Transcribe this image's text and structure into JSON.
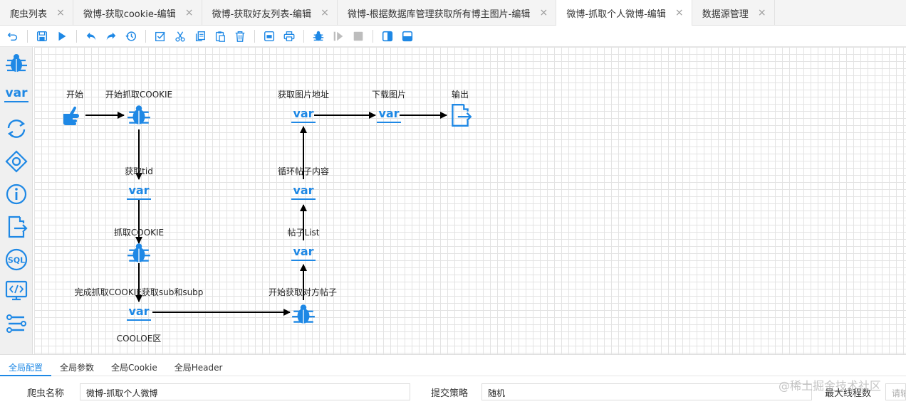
{
  "tabs": [
    {
      "label": "爬虫列表",
      "active": false
    },
    {
      "label": "微博-获取cookie-编辑",
      "active": false
    },
    {
      "label": "微博-获取好友列表-编辑",
      "active": false
    },
    {
      "label": "微博-根据数据库管理获取所有博主图片-编辑",
      "active": false
    },
    {
      "label": "微博-抓取个人微博-编辑",
      "active": true
    },
    {
      "label": "数据源管理",
      "active": false
    }
  ],
  "toolbar_icons": [
    "undo-icon",
    "save-icon",
    "run-icon",
    "undo-arrow-icon",
    "redo-arrow-icon",
    "history-icon",
    "checkbox-icon",
    "cut-icon",
    "copy-icon",
    "paste-icon",
    "delete-icon",
    "export-icon",
    "print-icon",
    "debug-icon",
    "step-icon",
    "stop-icon",
    "panel-right-icon",
    "panel-bottom-icon"
  ],
  "palette_icons": [
    "spider-icon",
    "variable-icon",
    "loop-icon",
    "condition-icon",
    "info-icon",
    "output-icon",
    "sql-icon",
    "code-icon",
    "process-icon"
  ],
  "palette": {
    "var_label": "var"
  },
  "nodes": {
    "start": "开始",
    "cookie_start": "开始抓取COOKIE",
    "get_tid": "获取tid",
    "grab_cookie": "抓取COOKIE",
    "finish_cookie": "完成抓取COOKIE获取sub和subp",
    "cooloe": "COOLOE区",
    "begin_posts": "开始获取对方帖子",
    "post_list": "帖子List",
    "loop_posts": "循环帖子内容",
    "img_addr": "获取图片地址",
    "download": "下载图片",
    "output": "输出",
    "var_text": "var"
  },
  "bottom": {
    "tabs": [
      {
        "label": "全局配置",
        "active": true
      },
      {
        "label": "全局参数",
        "active": false
      },
      {
        "label": "全局Cookie",
        "active": false
      },
      {
        "label": "全局Header",
        "active": false
      }
    ],
    "name_label": "爬虫名称",
    "name_value": "微博-抓取个人微博",
    "strategy_label": "提交策略",
    "strategy_value": "随机",
    "threads_label": "最大线程数",
    "threads_placeholder": "请输入",
    "watermark": "@稀土掘金技术社区"
  },
  "colors": {
    "accent": "#1e88e5",
    "grid": "#e3e3e3"
  }
}
